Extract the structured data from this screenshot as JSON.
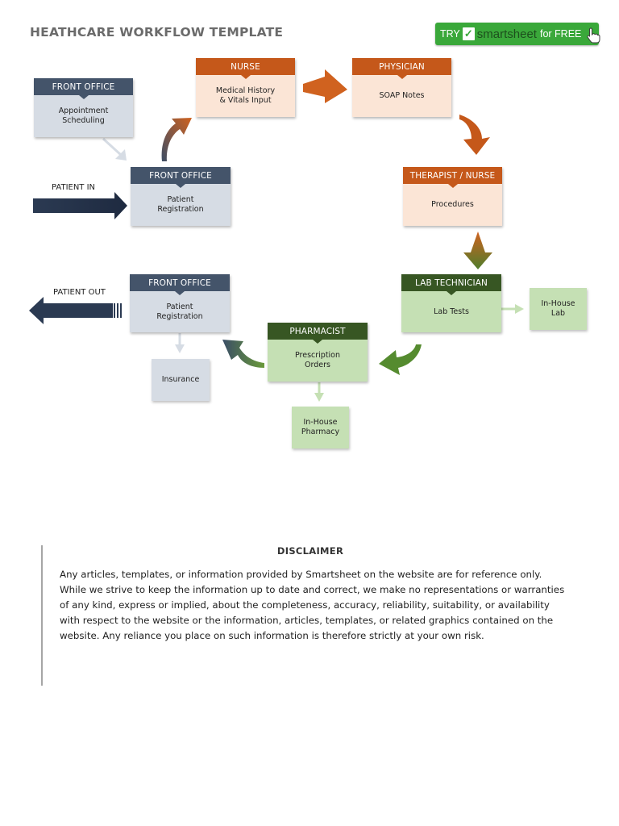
{
  "title": "HEATHCARE WORKFLOW TEMPLATE",
  "cta": {
    "try": "TRY",
    "check": "✓",
    "brand": "smartsheet",
    "free": "for FREE"
  },
  "colors": {
    "gray_header": "#44546a",
    "gray_body": "#d6dce4",
    "orange_header": "#c5581a",
    "orange_body": "#fbe5d6",
    "green_header": "#375623",
    "green_body": "#c5e0b4",
    "cta_green": "#3aa83a"
  },
  "nodes": {
    "front_office_top": {
      "header": "FRONT OFFICE",
      "body": "Appointment\nScheduling"
    },
    "front_office_mid": {
      "header": "FRONT OFFICE",
      "body": "Patient\nRegistration"
    },
    "nurse": {
      "header": "NURSE",
      "body": "Medical History\n& Vitals Input"
    },
    "physician": {
      "header": "PHYSICIAN",
      "body": "SOAP Notes"
    },
    "therapist": {
      "header": "THERAPIST / NURSE",
      "body": "Procedures"
    },
    "lab_tech": {
      "header": "LAB TECHNICIAN",
      "body": "Lab Tests"
    },
    "in_house_lab": {
      "body": "In-House\nLab"
    },
    "pharmacist": {
      "header": "PHARMACIST",
      "body": "Prescription\nOrders"
    },
    "in_house_pharmacy": {
      "body": "In-House\nPharmacy"
    },
    "front_office_out": {
      "header": "FRONT OFFICE",
      "body": "Patient\nRegistration"
    },
    "insurance": {
      "body": "Insurance"
    }
  },
  "labels": {
    "patient_in": "PATIENT IN",
    "patient_out": "PATIENT OUT"
  },
  "disclaimer": {
    "title": "DISCLAIMER",
    "text": "Any articles, templates, or information provided by Smartsheet on the website are for reference only. While we strive to keep the information up to date and correct, we make no representations or warranties of any kind, express or implied, about the completeness, accuracy, reliability, suitability, or availability with respect to the website or the information, articles, templates, or related graphics contained on the website. Any reliance you place on such information is therefore strictly at your own risk."
  }
}
